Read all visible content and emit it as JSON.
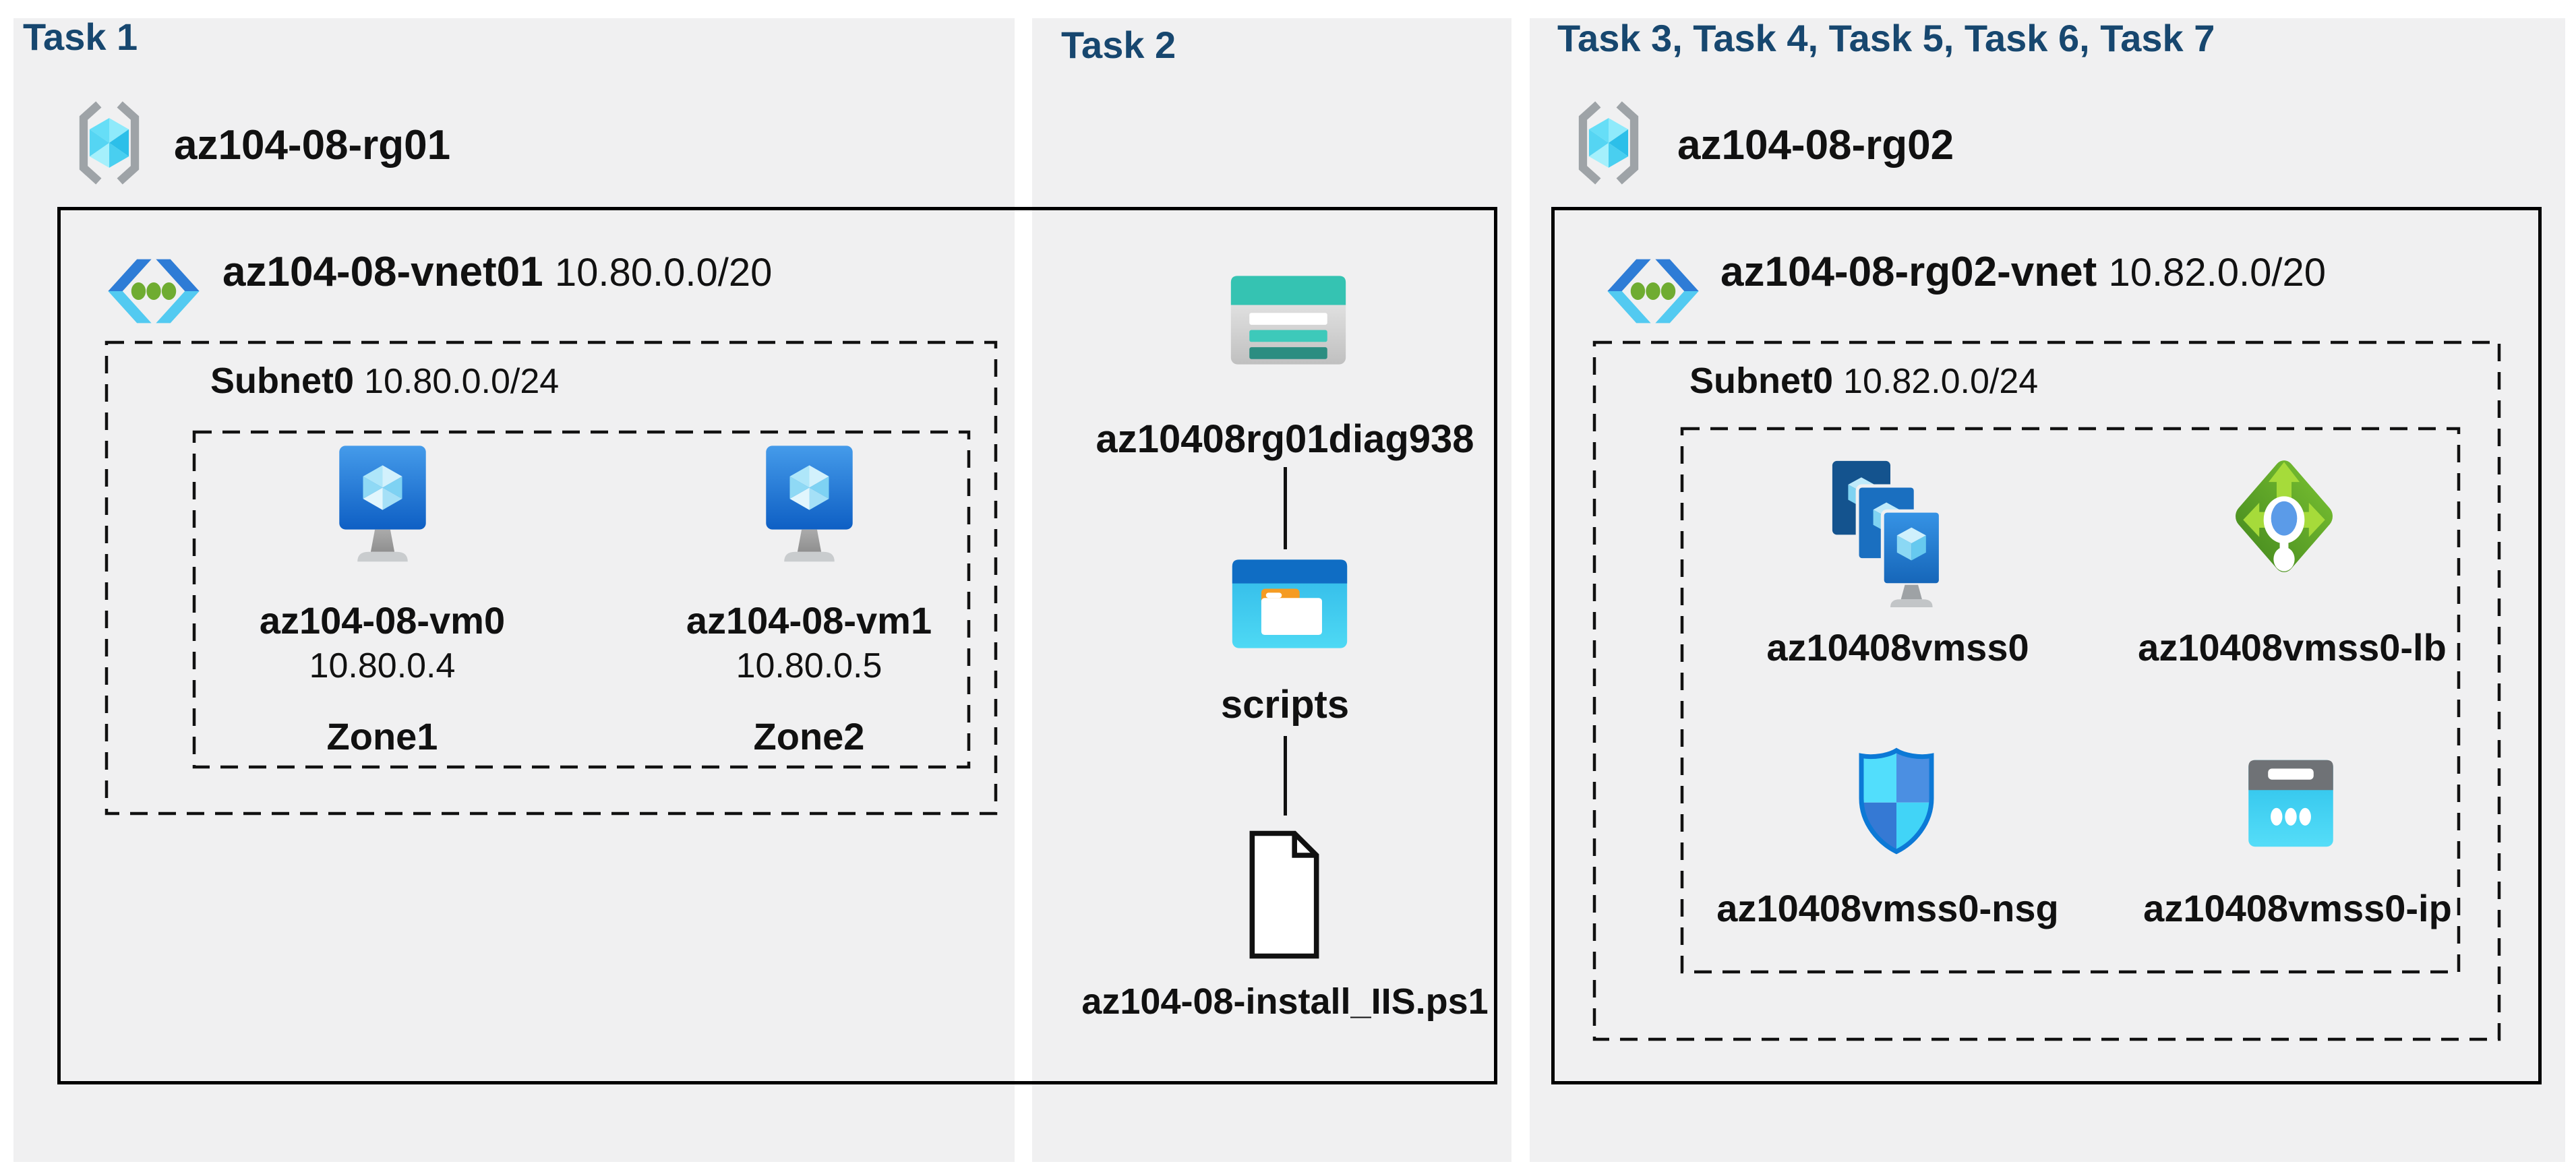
{
  "headings": {
    "task1": "Task 1",
    "task2": "Task 2",
    "task3": "Task 3, Task 4, Task 5, Task 6, Task 7"
  },
  "task1": {
    "resource_group": "az104-08-rg01",
    "vnet": {
      "name": "az104-08-vnet01",
      "cidr": "10.80.0.0/20"
    },
    "subnet": {
      "name": "Subnet0",
      "cidr": "10.80.0.0/24"
    },
    "vms": [
      {
        "name": "az104-08-vm0",
        "ip": "10.80.0.4",
        "zone": "Zone1"
      },
      {
        "name": "az104-08-vm1",
        "ip": "10.80.0.5",
        "zone": "Zone2"
      }
    ]
  },
  "task2": {
    "storage_account": "az10408rg01diag938",
    "folder": "scripts",
    "script_file": "az104-08-install_IIS.ps1"
  },
  "task3": {
    "resource_group": "az104-08-rg02",
    "vnet": {
      "name": "az104-08-rg02-vnet",
      "cidr": "10.82.0.0/20"
    },
    "subnet": {
      "name": "Subnet0",
      "cidr": "10.82.0.0/24"
    },
    "vmss": "az10408vmss0",
    "load_balancer": "az10408vmss0-lb",
    "nsg": "az10408vmss0-nsg",
    "public_ip": "az10408vmss0-ip"
  },
  "colors": {
    "heading": "#17476F",
    "panel_background": "#F0F0F1",
    "box_border": "#000000",
    "vm_blue": "#1565C0",
    "vnet_blue": "#2E7CD6",
    "vnet_cyan": "#53CAF1",
    "vnet_green": "#6FAC31",
    "storage_teal": "#35C3B2",
    "lb_green": "#5FA726",
    "nsg_blue": "#0C79D6",
    "ip_cyan": "#29BFEA"
  }
}
